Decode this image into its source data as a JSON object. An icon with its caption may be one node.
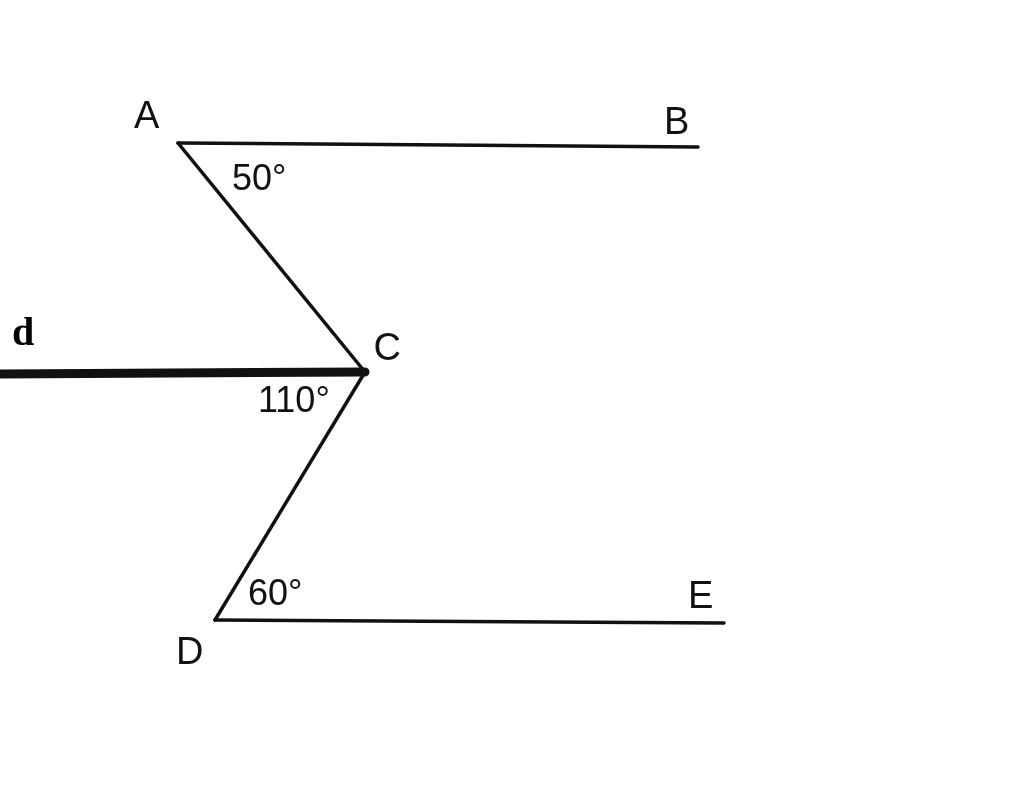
{
  "diagram": {
    "nodes": [
      {
        "text": [
          "A"
        ]
      },
      {
        "text": [
          "B"
        ]
      },
      {
        "text": [
          "C"
        ]
      },
      {
        "text": [
          "D"
        ]
      },
      {
        "text": [
          "E"
        ]
      }
    ],
    "edges": [
      {
        "from": 0,
        "to": 1,
        "arrow": "none"
      },
      {
        "from": 0,
        "to": 2,
        "arrow": "none"
      },
      {
        "from": 2,
        "to": 3,
        "arrow": "none"
      },
      {
        "from": 3,
        "to": 4,
        "arrow": "none"
      },
      {
        "from": null,
        "to": 2,
        "arrow": "none",
        "label": "d",
        "style": "thick"
      }
    ],
    "labels": [
      "50°",
      "110°",
      "60°"
    ]
  }
}
